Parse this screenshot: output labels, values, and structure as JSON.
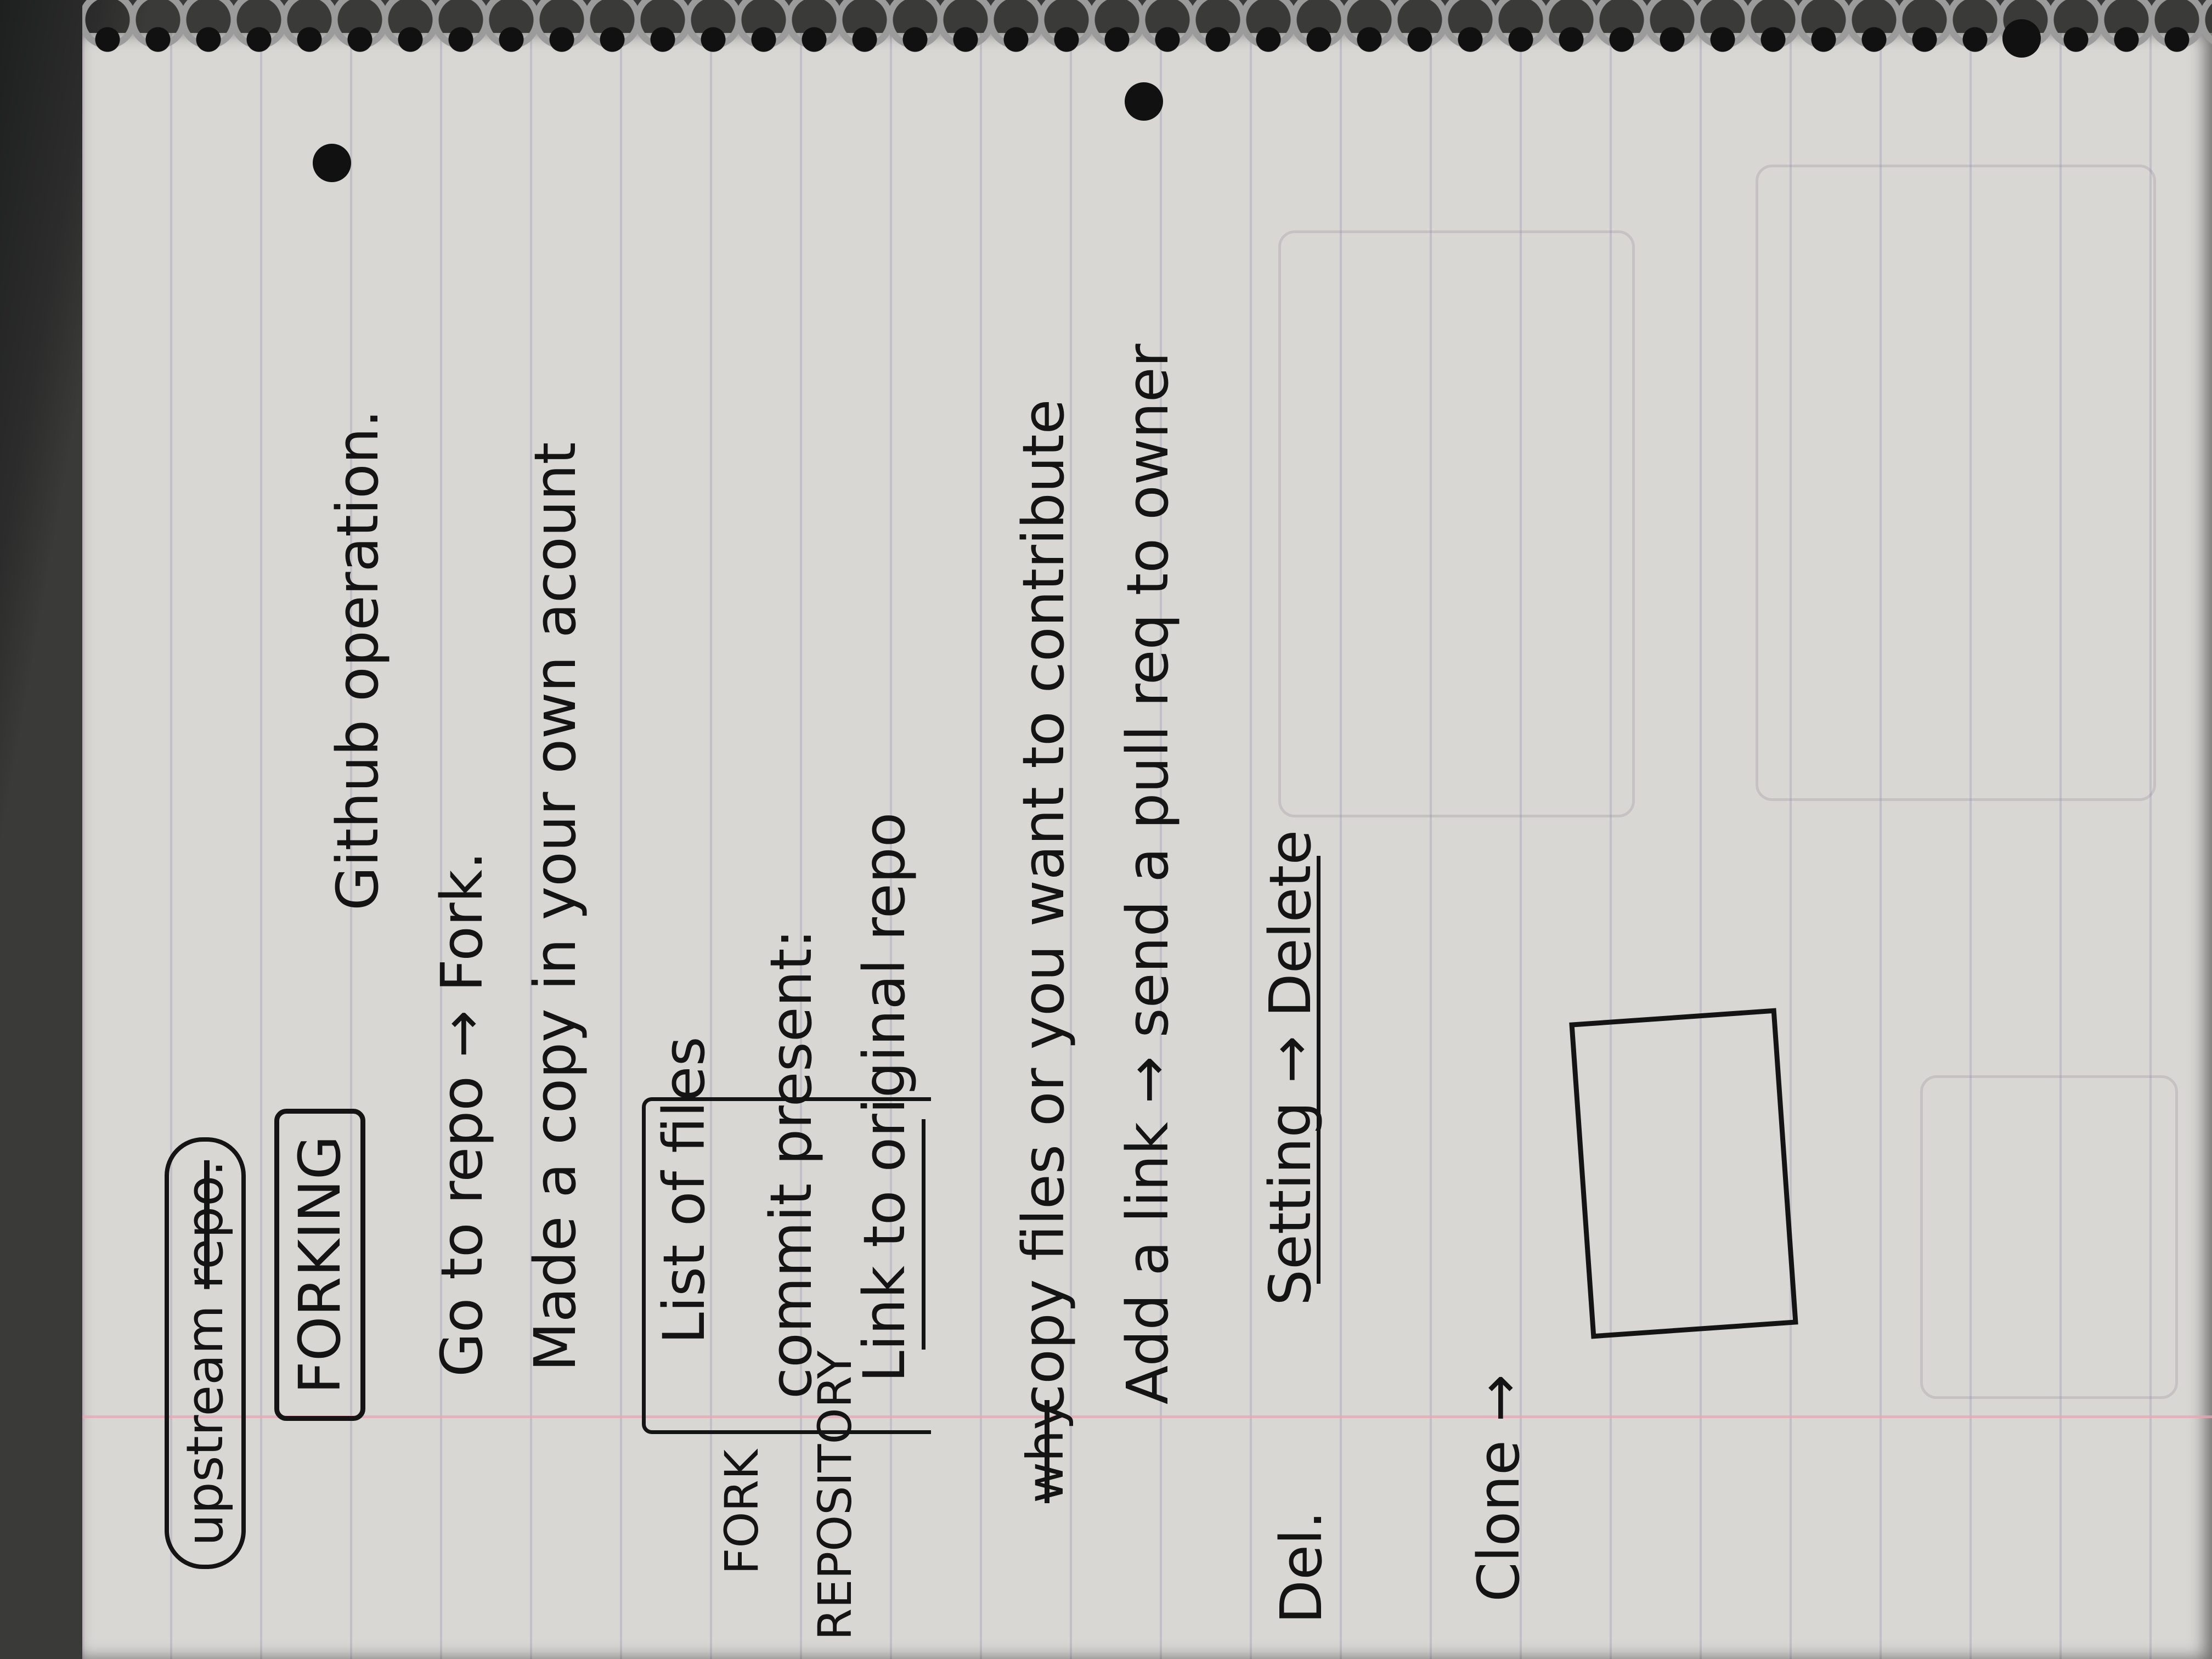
{
  "notes": {
    "upstream": "upstream",
    "upstream_struck": "repo.",
    "forking": "FORKING",
    "github_operation": "Github operation.",
    "go_to_repo": "Go to repo → Fork.",
    "made_copy": "Made a copy in your own acount",
    "fork_repository_1": "FORK",
    "fork_repository_2": "REPOSITORY",
    "list_of_files": "List of files",
    "commit_present": "commit present:",
    "link_to_original": "Link to original repo",
    "why_label": "why",
    "copy_files": "copy files or you want to contribute",
    "add_link": "Add a link → send a pull req to owner",
    "del_label": "Del.",
    "setting_delete": "Setting → Delete",
    "clone_label": "Clone →"
  }
}
